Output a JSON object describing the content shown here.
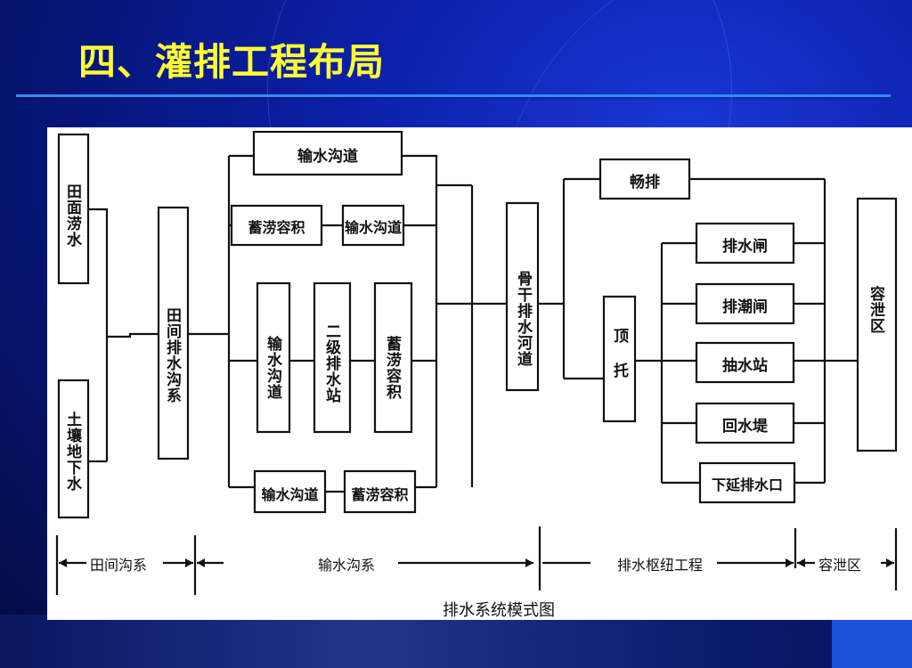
{
  "title": "四、灌排工程布局",
  "diagram": {
    "field_waterlog": "田面涝水",
    "groundwater": "土壤地下水",
    "field_ditch": "田间排水沟系",
    "convey_top": "输水沟道",
    "storage_1": "蓄涝容积",
    "convey_2": "输水沟道",
    "convey_v": "输水沟道",
    "pump_2nd": "二级排水站",
    "storage_v": "蓄涝容积",
    "convey_bottom": "输水沟道",
    "storage_bottom": "蓄涝容积",
    "main_channel": "骨干排水河道",
    "free_drain": "畅排",
    "backwater": "顶托",
    "sluice": "排水闸",
    "tide_gate": "排潮闸",
    "pump_station": "抽水站",
    "backflow_dike": "回水堤",
    "extended_outlet": "下延排水口",
    "receiving_area": "容泄区"
  },
  "systems": {
    "field_system": "田间沟系",
    "convey_system": "输水沟系",
    "hub_works": "排水枢纽工程",
    "receiving": "容泄区"
  },
  "caption": "排水系统模式图"
}
